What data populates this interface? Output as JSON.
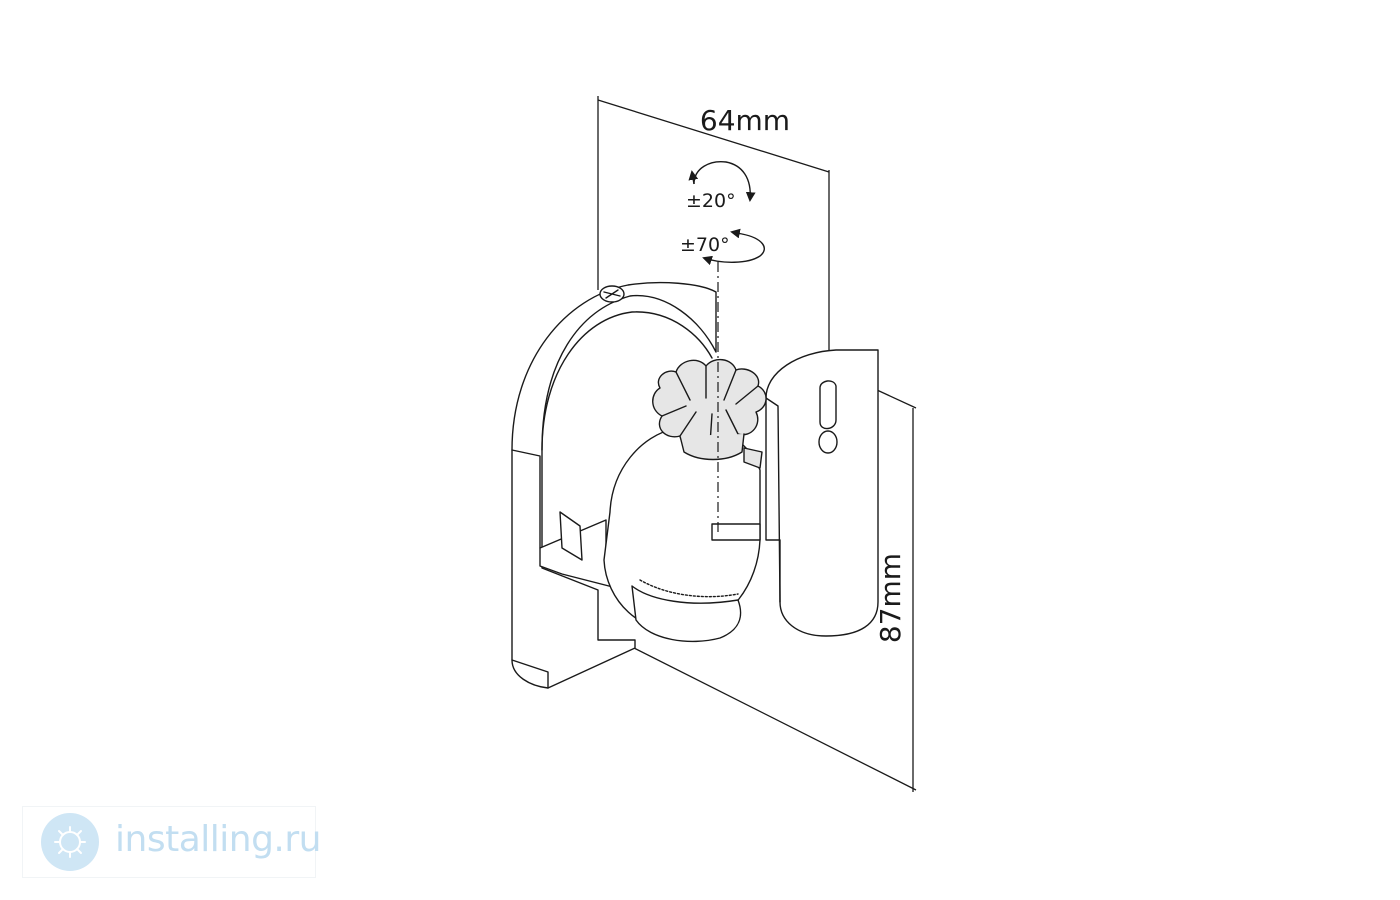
{
  "dimensions": {
    "width_label": "64mm",
    "height_label": "87mm"
  },
  "rotation": {
    "tilt_label": "±20°",
    "swivel_label": "±70°"
  },
  "watermark": {
    "text": "installing.ru"
  },
  "colors": {
    "line": "#1a1a1a",
    "knob_fill": "#e6e6e6",
    "watermark": "#c2def1"
  }
}
